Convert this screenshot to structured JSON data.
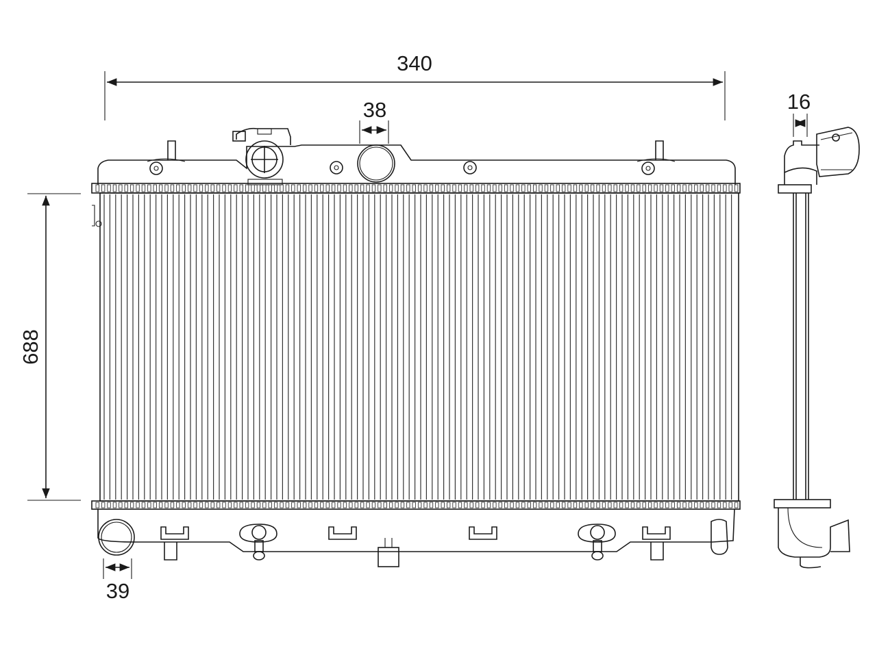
{
  "dimensions": {
    "width": "340",
    "height": "688",
    "inlet_diameter": "38",
    "outlet_diameter": "39",
    "core_thickness": "16"
  },
  "colors": {
    "line": "#1a1a1a",
    "background": "#ffffff"
  }
}
